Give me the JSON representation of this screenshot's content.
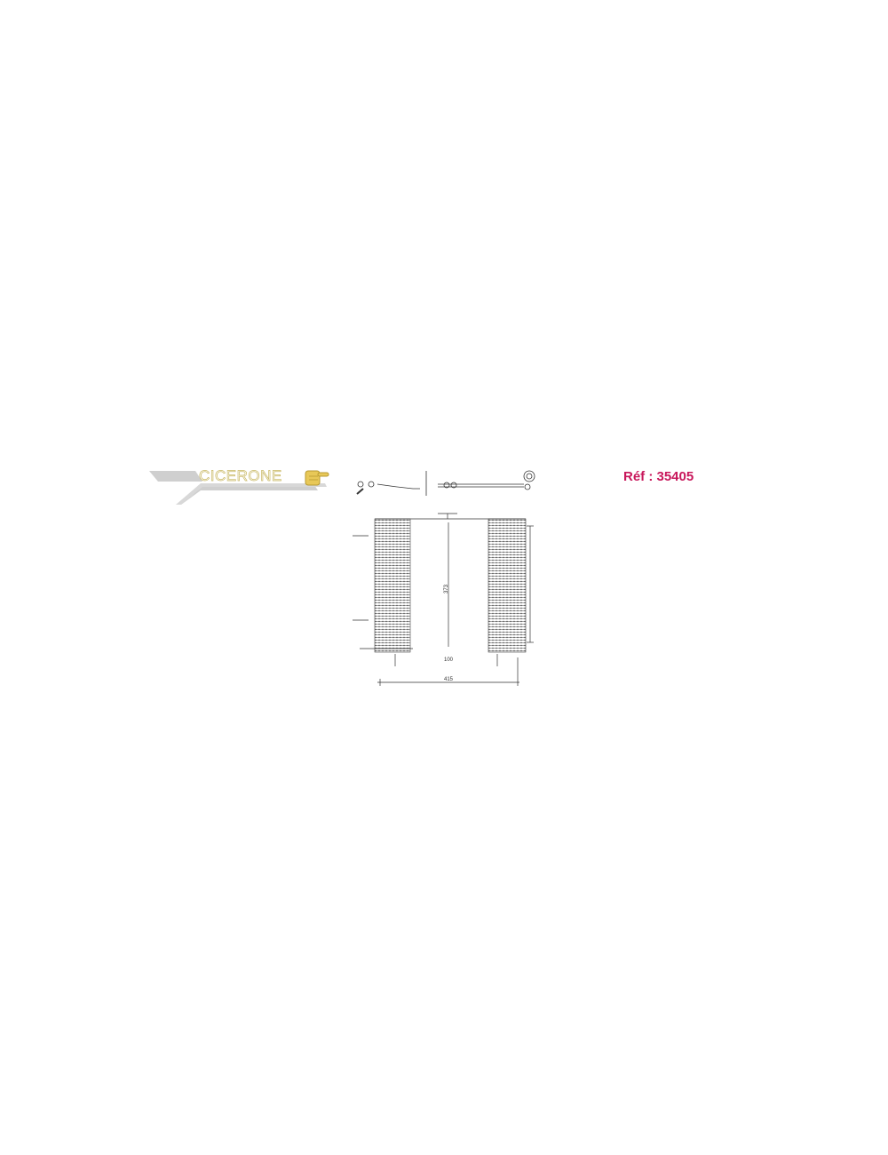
{
  "logo": {
    "brand": "CICERONE",
    "colors": {
      "stripe": "#c8c8c8",
      "outline": "#c9b864",
      "hand": "#e8c858"
    }
  },
  "reference": {
    "text": "Réf : 35405",
    "color": "#c8175b"
  },
  "drawing": {
    "dimensions": {
      "height": "373",
      "bottom": "100",
      "width": "415"
    }
  }
}
